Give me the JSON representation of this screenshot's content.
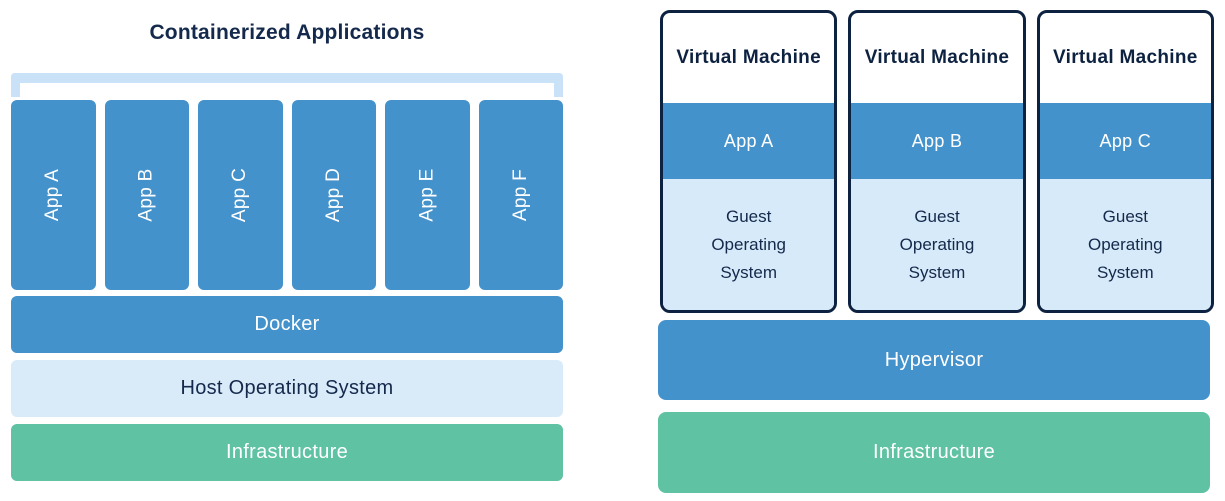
{
  "left": {
    "title": "Containerized Applications",
    "apps": [
      "App A",
      "App B",
      "App C",
      "App D",
      "App E",
      "App F"
    ],
    "layers": [
      {
        "label": "Docker",
        "color": "#4492cb"
      },
      {
        "label": "Host Operating System",
        "color": "#d9ebf9"
      },
      {
        "label": "Infrastructure",
        "color": "#5fc2a2"
      }
    ]
  },
  "right": {
    "vms": [
      {
        "title": "Virtual Machine",
        "app": "App A",
        "os": "Guest Operating System"
      },
      {
        "title": "Virtual Machine",
        "app": "App B",
        "os": "Guest Operating System"
      },
      {
        "title": "Virtual Machine",
        "app": "App C",
        "os": "Guest Operating System"
      }
    ],
    "layers": [
      {
        "label": "Hypervisor",
        "color": "#4492cb"
      },
      {
        "label": "Infrastructure",
        "color": "#5fc2a2"
      }
    ]
  },
  "colors": {
    "blue": "#4492cb",
    "light_blue": "#d7eaf9",
    "bracket_blue": "#c9e2f7",
    "green": "#5fc2a2",
    "navy_text": "#14294b",
    "vm_border": "#0d2240",
    "white": "#ffffff"
  }
}
